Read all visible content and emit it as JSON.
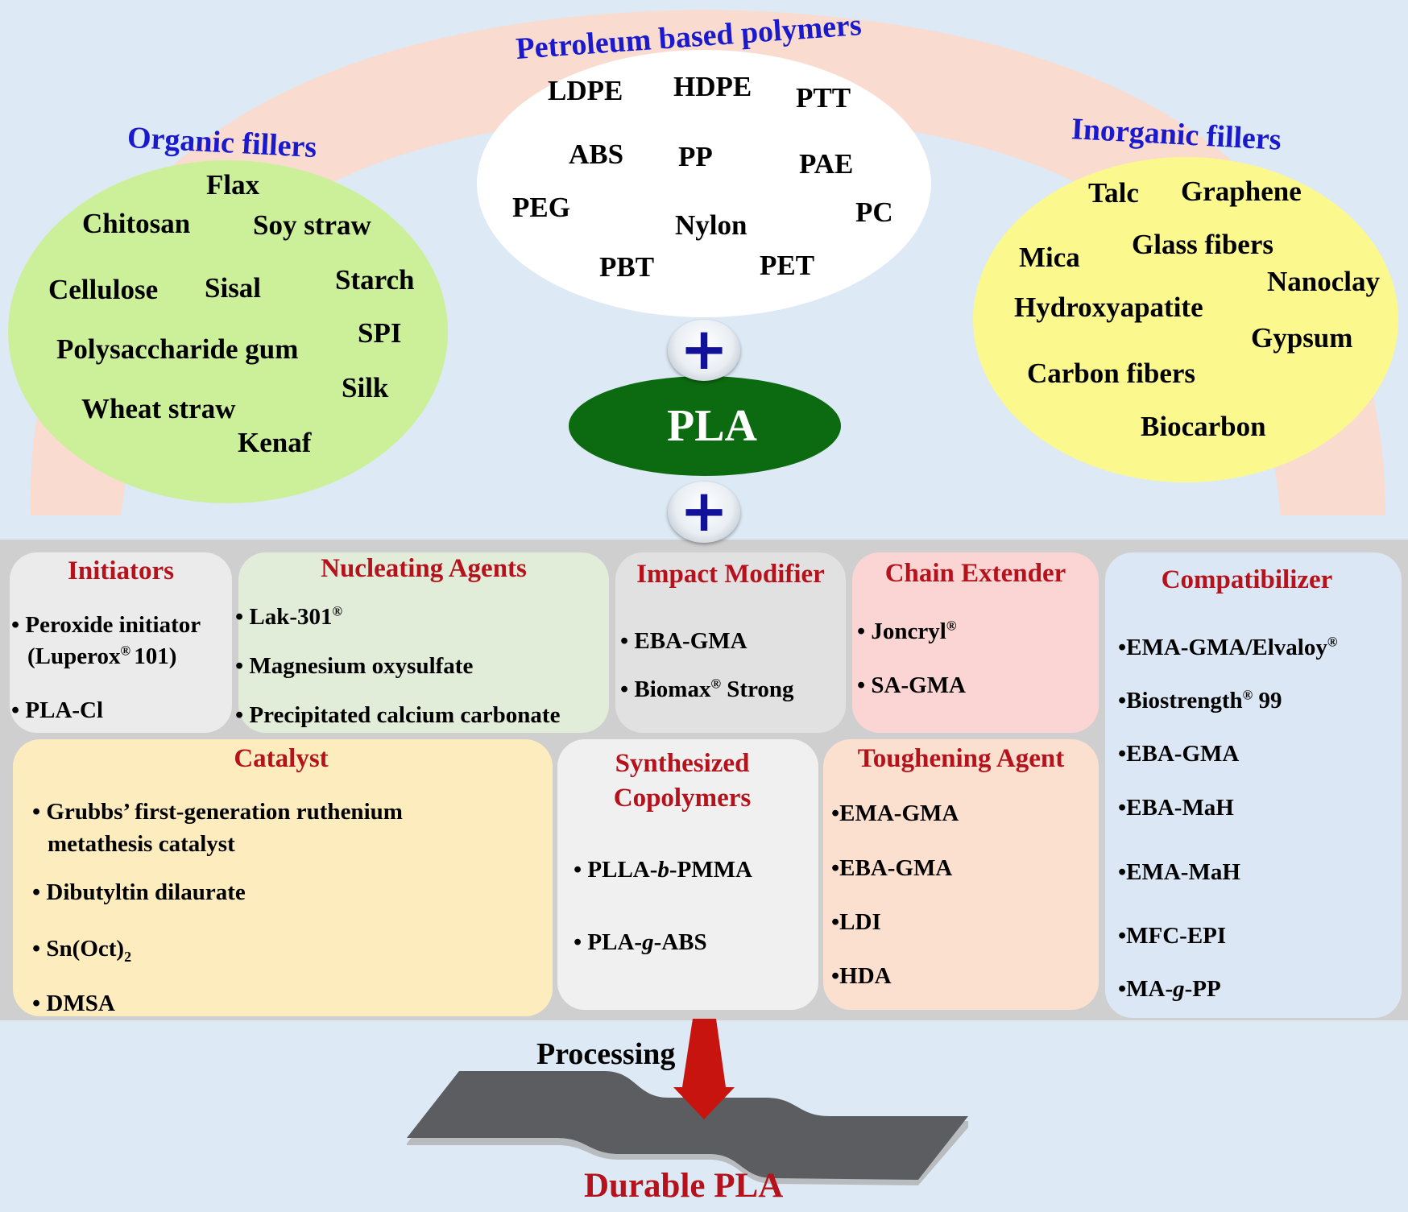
{
  "colors": {
    "background": "#dde9f5",
    "arch": "#f9dccf",
    "organic_bubble": "#ccf09a",
    "petroleum_bubble": "#ffffff",
    "inorganic_bubble": "#fbf98e",
    "pla_ellipse": "#0c6b10",
    "header_blue": "#1a1acc",
    "box_heading_red": "#b5121b",
    "arrow_red": "#c8140e",
    "panel_gray": "#cfcfcf"
  },
  "petroleum": {
    "heading": "Petroleum based polymers",
    "items": [
      "LDPE",
      "HDPE",
      "PTT",
      "ABS",
      "PP",
      "PAE",
      "PEG",
      "Nylon",
      "PC",
      "PBT",
      "PET"
    ]
  },
  "organic": {
    "heading": "Organic fillers",
    "items": [
      "Flax",
      "Chitosan",
      "Soy straw",
      "Cellulose",
      "Sisal",
      "Starch",
      "SPI",
      "Polysaccharide gum",
      "Silk",
      "Wheat straw",
      "Kenaf"
    ]
  },
  "inorganic": {
    "heading": "Inorganic fillers",
    "items": [
      "Talc",
      "Graphene",
      "Glass fibers",
      "Mica",
      "Nanoclay",
      "Hydroxyapatite",
      "Gypsum",
      "Carbon  fibers",
      "Biocarbon"
    ]
  },
  "center": {
    "plus_top": "+",
    "pla": "PLA",
    "plus_bottom": "+"
  },
  "boxes": {
    "initiators": {
      "heading": "Initiators",
      "items": [
        "• Peroxide initiator",
        "(Luperox",
        "® ",
        "101)",
        "• PLA-Cl"
      ]
    },
    "nucleating": {
      "heading": "Nucleating Agents",
      "items": [
        "• Lak-301",
        "®",
        "• Magnesium oxysulfate",
        "• Precipitated calcium carbonate"
      ]
    },
    "impact": {
      "heading": "Impact Modifier",
      "items": [
        "• EBA-GMA",
        "• Biomax",
        "®",
        " Strong"
      ]
    },
    "chain": {
      "heading": "Chain Extender",
      "items": [
        "• Joncryl",
        "®",
        "• SA-GMA"
      ]
    },
    "compatibilizer": {
      "heading": "Compatibilizer",
      "items": [
        "•EMA-GMA/Elvaloy",
        "®",
        "•Biostrength",
        "®",
        " 99",
        "•EBA-GMA",
        "•EBA-MaH",
        "•EMA-MaH",
        "•MFC-EPI",
        "•MA-",
        "g",
        "-PP"
      ]
    },
    "catalyst": {
      "heading": "Catalyst",
      "items": [
        "• Grubbs’ first-generation ruthenium",
        "metathesis catalyst",
        "• Dibutyltin dilaurate",
        "• Sn(Oct)",
        "2",
        "• DMSA"
      ]
    },
    "synthesized": {
      "heading_line1": "Synthesized",
      "heading_line2": "Copolymers",
      "items": [
        "• PLLA-",
        "b",
        "-PMMA",
        "• PLA-",
        "g",
        "-ABS"
      ]
    },
    "toughening": {
      "heading": "Toughening Agent",
      "items": [
        "•EMA-GMA",
        "•EBA-GMA",
        "•LDI",
        "•HDA"
      ]
    }
  },
  "bottom": {
    "processing": "Processing",
    "result": "Durable PLA"
  }
}
